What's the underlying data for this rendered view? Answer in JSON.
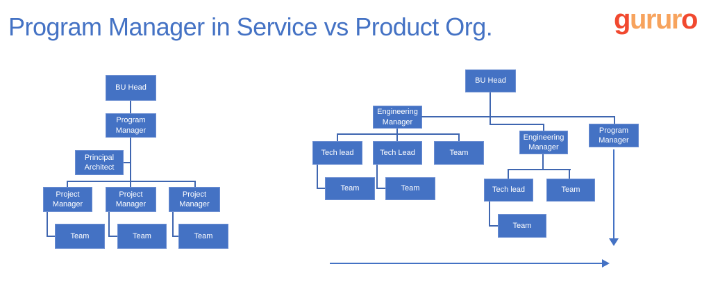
{
  "title": "Program Manager in Service vs Product Org.",
  "logo": {
    "part_g": "g",
    "part_mid": "urur",
    "part_o": "o"
  },
  "colors": {
    "title_text": "#4472C4",
    "node_fill": "#4472C4",
    "node_text": "#FFFFFF",
    "connector": "#3F66B0",
    "arrow": "#4472C4",
    "logo_red": "#F1492F",
    "logo_orange": "#F7A35D"
  },
  "service_org": {
    "nodes": {
      "bu_head": "BU Head",
      "program_manager": "Program Manager",
      "principal_architect": "Principal Architect",
      "project_manager_1": "Project Manager",
      "project_manager_2": "Project Manager",
      "project_manager_3": "Project Manager",
      "team_1": "Team",
      "team_2": "Team",
      "team_3": "Team"
    }
  },
  "product_org": {
    "nodes": {
      "bu_head": "BU Head",
      "engineering_manager_1": "Engineering Manager",
      "tech_lead_1": "Tech lead",
      "tech_lead_2": "Tech Lead",
      "team_under_em1": "Team",
      "team_under_tl1": "Team",
      "team_under_tl2": "Team",
      "engineering_manager_2": "Engineering Manager",
      "tech_lead_3": "Tech lead",
      "team_under_em2": "Team",
      "team_under_tl3": "Team",
      "program_manager": "Program Manager"
    }
  }
}
